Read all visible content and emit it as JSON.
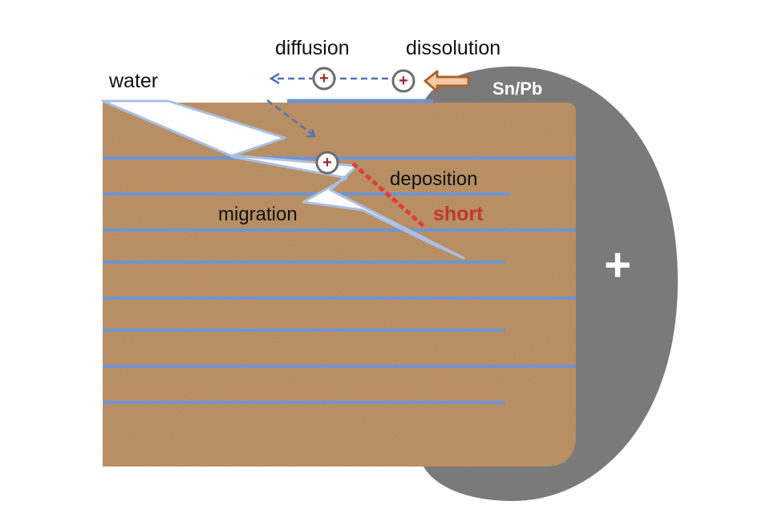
{
  "labels": {
    "water": "water",
    "diffusion": "diffusion",
    "dissolution": "dissolution",
    "terminal": "Sn/Pb",
    "deposition": "deposition",
    "short": "short",
    "migration": "migration",
    "polarity": "+"
  },
  "ion_symbol": "+",
  "icons": {
    "ion": "positive-ion-icon",
    "dissolution_arrow": "left-arrow-icon"
  },
  "colors": {
    "body": "#b88a5c",
    "electrode_line": "#6f93d1",
    "terminal": "#7a7a7a",
    "short_path": "#e23b3b",
    "short_text": "#c0392b",
    "ion_ring": "#6d6d6d",
    "ion_plus": "#9a2a2a",
    "arrow_fill": "#f6c9a6",
    "arrow_stroke": "#a9642f",
    "dashed_arrow": "#4f72b8"
  }
}
